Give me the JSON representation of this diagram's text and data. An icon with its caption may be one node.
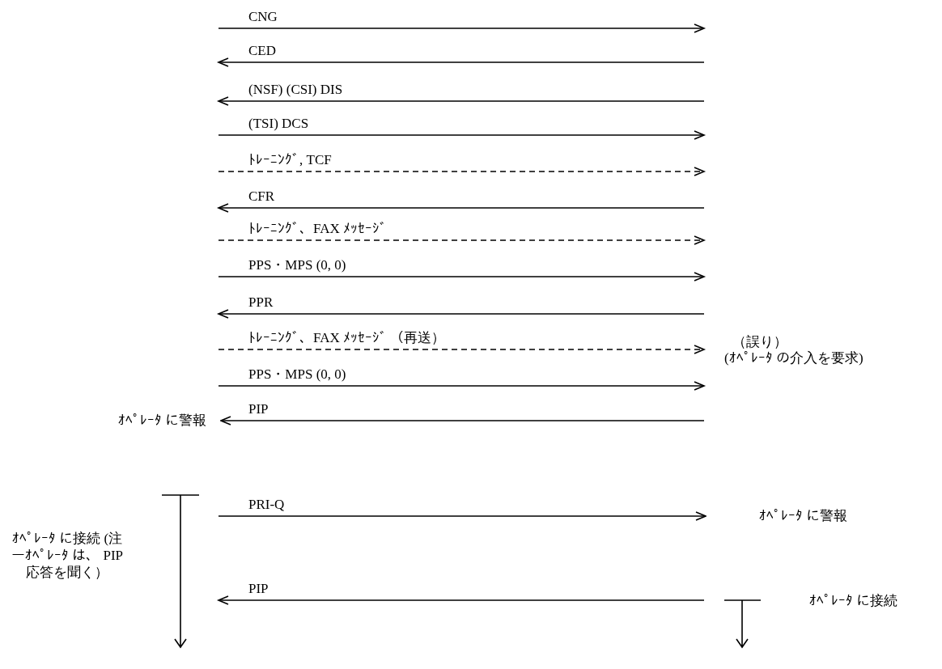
{
  "diagram": {
    "nodes": [
      {
        "text": [
          "ｵﾍﾟﾚｰﾀ に警報"
        ]
      },
      {
        "text": [
          "ｵﾍﾟﾚｰﾀ に警報"
        ]
      }
    ],
    "edges": [
      {
        "from": null,
        "to": 0,
        "arrow": "to",
        "label": "PIP"
      },
      {
        "from": null,
        "to": 1,
        "arrow": "to",
        "label": "PRI-Q"
      }
    ],
    "labels": [
      "CNG",
      "CED",
      "(NSF) (CSI) DIS",
      "(TSI) DCS",
      "ﾄﾚｰﾆﾝｸﾞ, TCF",
      "CFR",
      "ﾄﾚｰﾆﾝｸﾞ、FAX ﾒｯｾｰｼﾞ",
      "PPS・MPS (0, 0)",
      "PPR",
      "ﾄﾚｰﾆﾝｸﾞ、FAX ﾒｯｾｰｼﾞ （再送）",
      "PPS・MPS (0, 0)",
      "（誤り）",
      "(ｵﾍﾟﾚｰﾀ の介入を要求)",
      "ｵﾍﾟﾚｰﾀ に接続 (注ーｵﾍﾟﾚｰﾀ は、 PIP 応答を聞く）",
      "PIP",
      "ｵﾍﾟﾚｰﾀ に接続"
    ]
  }
}
